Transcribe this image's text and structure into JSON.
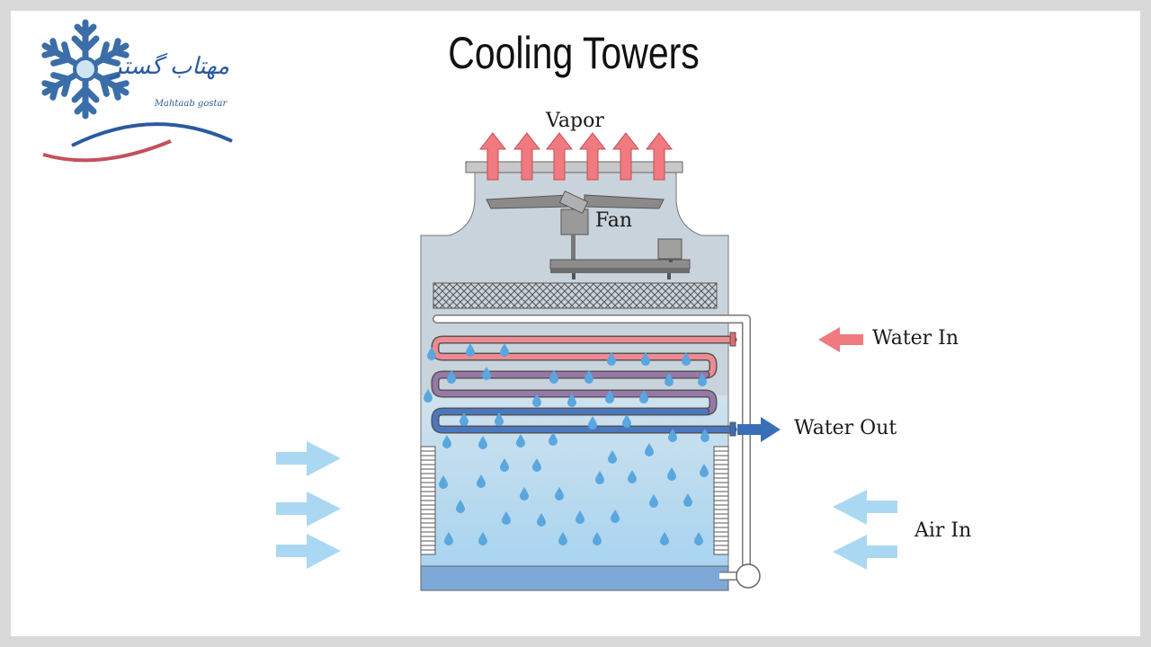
{
  "slide": {
    "title": "Cooling Towers"
  },
  "logo": {
    "persian_name": "مهتاب گستر",
    "latin_name": "Mahtaab gostar"
  },
  "labels": {
    "vapor": "Vapor",
    "fan": "Fan",
    "water_in": "Water In",
    "water_out": "Water Out",
    "air_in": "Air In"
  },
  "colors": {
    "hot_water": "#f07a80",
    "cold_water": "#3a6fb8",
    "air": "#aad8f2",
    "tower_body": "#c9d3dc",
    "basin_water": "#7ea8d8",
    "droplet": "#5aa7e0"
  }
}
